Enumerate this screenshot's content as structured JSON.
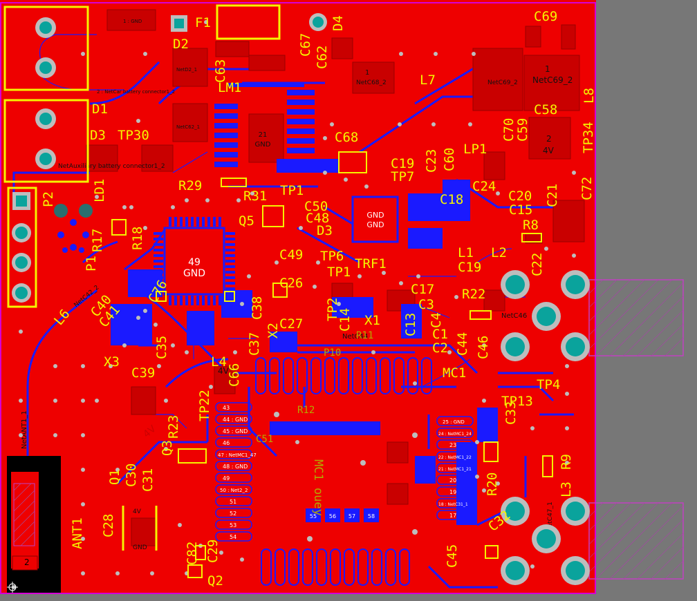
{
  "colors": {
    "background": "#777777",
    "copper_top": "#ee0000",
    "copper_bottom": "#1a1aff",
    "silkscreen": "#f5f500",
    "via_ring": "#bdbdbd",
    "pad_teal": "#0aa39c",
    "board_outline": "#d600d6"
  },
  "labels_top": [
    {
      "id": "F1",
      "text": "F1"
    },
    {
      "id": "D2",
      "text": "D2"
    },
    {
      "id": "C63",
      "text": "C63"
    },
    {
      "id": "LM1",
      "text": "LM1"
    },
    {
      "id": "C67",
      "text": "C67"
    },
    {
      "id": "C62",
      "text": "C62"
    },
    {
      "id": "D4",
      "text": "D4"
    },
    {
      "id": "C69",
      "text": "C69"
    },
    {
      "id": "L7",
      "text": "L7"
    },
    {
      "id": "L8",
      "text": "L8"
    },
    {
      "id": "D1",
      "text": "D1"
    },
    {
      "id": "D3",
      "text": "D3"
    },
    {
      "id": "TP30",
      "text": "TP30"
    },
    {
      "id": "C58",
      "text": "C58"
    },
    {
      "id": "TP34",
      "text": "TP34"
    },
    {
      "id": "C68",
      "text": "C68"
    },
    {
      "id": "C19",
      "text": "C19"
    },
    {
      "id": "C23",
      "text": "C23"
    },
    {
      "id": "C60",
      "text": "C60"
    },
    {
      "id": "LP1",
      "text": "LP1"
    },
    {
      "id": "C70",
      "text": "C70"
    },
    {
      "id": "C59",
      "text": "C59"
    },
    {
      "id": "TP7",
      "text": "TP7"
    },
    {
      "id": "C24",
      "text": "C24"
    },
    {
      "id": "C20",
      "text": "C20"
    },
    {
      "id": "C21",
      "text": "C21"
    },
    {
      "id": "C72",
      "text": "C72"
    },
    {
      "id": "R29",
      "text": "R29"
    },
    {
      "id": "R31",
      "text": "R31"
    },
    {
      "id": "TP1",
      "text": "TP1"
    },
    {
      "id": "C50",
      "text": "C50"
    },
    {
      "id": "C48",
      "text": "C48"
    },
    {
      "id": "C18",
      "text": "C18"
    },
    {
      "id": "C15",
      "text": "C15"
    },
    {
      "id": "R8",
      "text": "R8"
    },
    {
      "id": "LD1",
      "text": "LD1"
    },
    {
      "id": "P2",
      "text": "P2"
    },
    {
      "id": "Q5",
      "text": "Q5"
    },
    {
      "id": "D3b",
      "text": "D3"
    },
    {
      "id": "L1",
      "text": "L1"
    },
    {
      "id": "L2",
      "text": "L2"
    },
    {
      "id": "C19b",
      "text": "C19"
    },
    {
      "id": "C22",
      "text": "C22"
    },
    {
      "id": "R17",
      "text": "R17"
    },
    {
      "id": "R18",
      "text": "R18"
    },
    {
      "id": "P1",
      "text": "P1"
    },
    {
      "id": "C49",
      "text": "C49"
    },
    {
      "id": "TP6",
      "text": "TP6"
    },
    {
      "id": "TRF1",
      "text": "TRF1"
    },
    {
      "id": "TP1b",
      "text": "TP1"
    },
    {
      "id": "C26",
      "text": "C26"
    },
    {
      "id": "C17",
      "text": "C17"
    },
    {
      "id": "C3",
      "text": "C3"
    },
    {
      "id": "R22",
      "text": "R22"
    },
    {
      "id": "L6",
      "text": "L6"
    },
    {
      "id": "C41",
      "text": "C41"
    },
    {
      "id": "C40",
      "text": "C40"
    },
    {
      "id": "C76",
      "text": "C76"
    },
    {
      "id": "C38",
      "text": "C38"
    },
    {
      "id": "C37",
      "text": "C37"
    },
    {
      "id": "X2",
      "text": "X2"
    },
    {
      "id": "C27",
      "text": "C27"
    },
    {
      "id": "TP2",
      "text": "TP2"
    },
    {
      "id": "C14",
      "text": "C14"
    },
    {
      "id": "X1",
      "text": "X1"
    },
    {
      "id": "C13",
      "text": "C13"
    },
    {
      "id": "C4",
      "text": "C4"
    },
    {
      "id": "C1",
      "text": "C1"
    },
    {
      "id": "C2",
      "text": "C2"
    },
    {
      "id": "C44",
      "text": "C44"
    },
    {
      "id": "C46",
      "text": "C46"
    },
    {
      "id": "X3",
      "text": "X3"
    },
    {
      "id": "C39",
      "text": "C39"
    },
    {
      "id": "C35",
      "text": "C35"
    },
    {
      "id": "C66",
      "text": "C66"
    },
    {
      "id": "L4",
      "text": "L4"
    },
    {
      "id": "MC1",
      "text": "MC1"
    },
    {
      "id": "TP4",
      "text": "TP4"
    },
    {
      "id": "TP13",
      "text": "TP13"
    },
    {
      "id": "C33",
      "text": "C33"
    },
    {
      "id": "R23",
      "text": "R23"
    },
    {
      "id": "TP22",
      "text": "TP22"
    },
    {
      "id": "Q3",
      "text": "Q3"
    },
    {
      "id": "Q1",
      "text": "Q1"
    },
    {
      "id": "C30",
      "text": "C30"
    },
    {
      "id": "C31",
      "text": "C31"
    },
    {
      "id": "L3",
      "text": "L3"
    },
    {
      "id": "R9",
      "text": "R9"
    },
    {
      "id": "R20",
      "text": "R20"
    },
    {
      "id": "C32",
      "text": "C32"
    },
    {
      "id": "ANT1",
      "text": "ANT1"
    },
    {
      "id": "C28",
      "text": "C28"
    },
    {
      "id": "C29",
      "text": "C29"
    },
    {
      "id": "C82",
      "text": "C82"
    },
    {
      "id": "Q2",
      "text": "Q2"
    },
    {
      "id": "C45",
      "text": "C45"
    }
  ],
  "net_labels": {
    "netd2": "NetD2_1",
    "netc68": "NetC68_2",
    "netc69": "NetC69_2",
    "netc62": "NetC62_1",
    "battery": "2 : NetCar battery connector1_2",
    "aux": "NetAuxiliary battery connector1_2",
    "netc46": "NetC46",
    "netc44": "NetC44",
    "netant": "NetANT1_1",
    "netc47": "NetC47_1",
    "netc42": "NetC42_2",
    "net4v": "4V",
    "gnd": "GND",
    "pad21": "21",
    "pad1gnd": "1 : GND",
    "pad2": "2",
    "pad1": "1",
    "pad49": "49",
    "mcu_gnd": "GND"
  },
  "module_left_pins": [
    "43",
    "44 : GND",
    "45 : GND",
    "46",
    "47 : NetMC1_47",
    "48 : GND",
    "49",
    "50 : Net2_2",
    "51",
    "52",
    "53",
    "54"
  ],
  "module_right_pins": [
    "25 : GND",
    "24 : NetMC1_24",
    "23",
    "22 : NetMC1_22",
    "21 : NetMC1_21",
    "20",
    "19",
    "18 : NetC31_1",
    "17"
  ],
  "module_bottom_pads": [
    "55",
    "56",
    "57",
    "58"
  ],
  "dim_labels": {
    "mc1_bottom": "MC1 ouey",
    "r11": "R11",
    "p10": "P10",
    "r12": "R12",
    "c51": "C51"
  }
}
